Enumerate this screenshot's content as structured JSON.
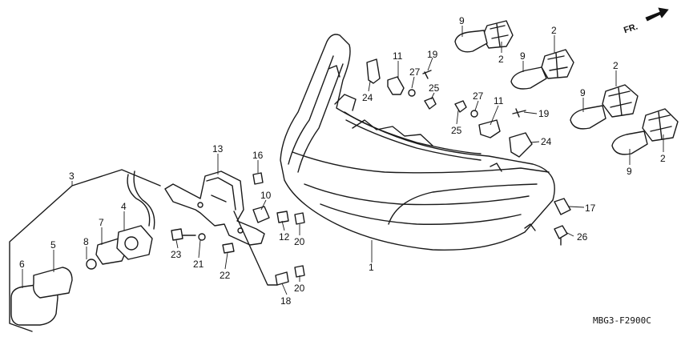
{
  "diagram": {
    "direction_label": "FR.",
    "drawing_code": "MBG3-F2900C",
    "callouts": [
      "1",
      "2",
      "2",
      "2",
      "2",
      "3",
      "4",
      "5",
      "6",
      "7",
      "8",
      "9",
      "9",
      "9",
      "9",
      "10",
      "11",
      "11",
      "12",
      "13",
      "16",
      "17",
      "18",
      "19",
      "19",
      "20",
      "20",
      "21",
      "22",
      "23",
      "24",
      "24",
      "25",
      "25",
      "26",
      "27",
      "27"
    ]
  }
}
